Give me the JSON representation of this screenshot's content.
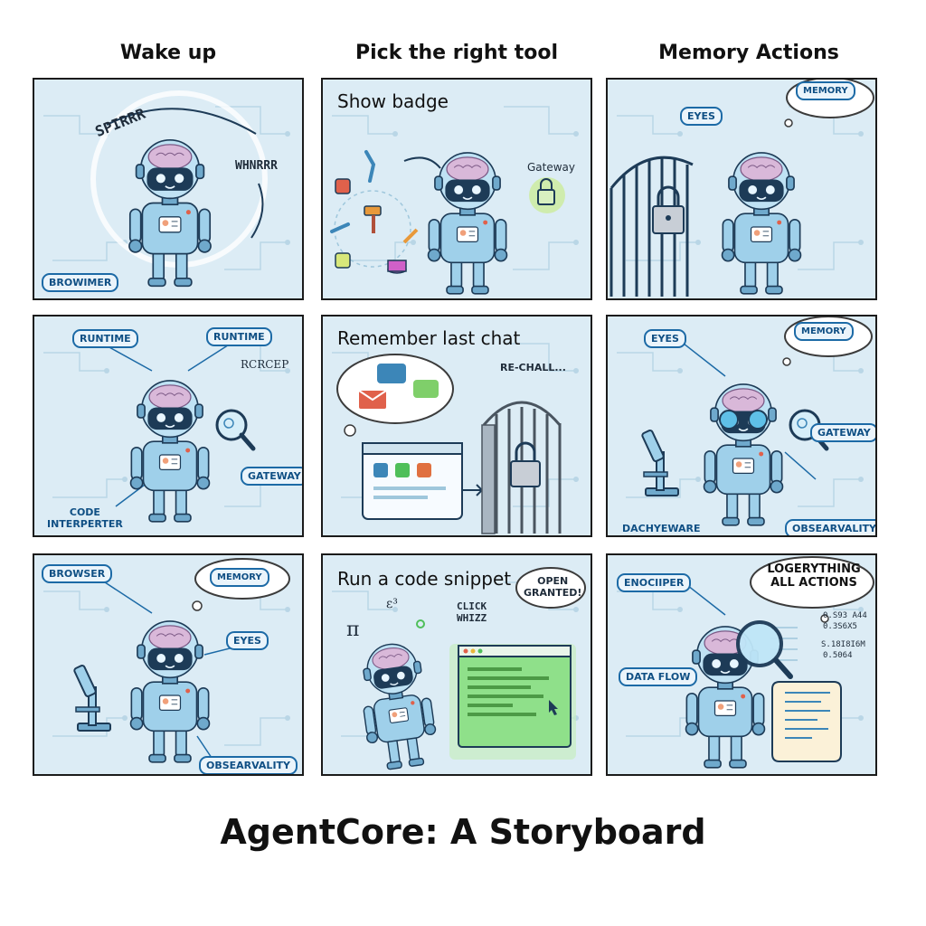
{
  "columns": [
    "Wake up",
    "Pick the right tool",
    "Memory Actions"
  ],
  "title": "AgentCore: A Storyboard",
  "panels": {
    "p1": {
      "sfx1": "SPIRRR",
      "sfx2": "WHNRRR",
      "tag1": "BROWIMER"
    },
    "p2": {
      "caption": "Show badge",
      "label1": "Gateway"
    },
    "p3": {
      "tag1": "EYES",
      "cloud": "MEMORY"
    },
    "p4": {
      "tag1": "RUNTIME",
      "tag2": "RUNTIME",
      "tag3": "RCRCEP",
      "tag4": "GATEWAY",
      "tag5": "CODE\nINTERPERTER"
    },
    "p5": {
      "caption": "Remember last chat",
      "sfx1": "RE-CHALL..."
    },
    "p6": {
      "tag1": "EYES",
      "cloud": "MEMORY",
      "tag2": "GATEWAY",
      "tag3": "DACHYEWARE",
      "tag4": "OBSEARVALITY"
    },
    "p7": {
      "tag1": "BROWSER",
      "cloud": "MEMORY",
      "tag2": "EYES",
      "tag3": "OBSEARVALITY"
    },
    "p8": {
      "caption": "Run a code snippet",
      "cloud": "OPEN\nGRANTED!",
      "sfx1": "CLICK\nWHIZZ",
      "sym1": "π",
      "sym2": "ε³"
    },
    "p9": {
      "tag1": "ENOCIIPER",
      "cloud": "LOGERYTHING\nALL ACTIONS",
      "tag2": "DATA FLOW",
      "nums": [
        "0.S93 A44",
        "0.3S6X5",
        "S.18I8I6M",
        "0.5064"
      ]
    }
  },
  "colors": {
    "panel_bg": "#dcecf5",
    "robot_body": "#9fd0ea",
    "robot_dark": "#1d3b57",
    "tag_border": "#1c6aa6",
    "brain": "#d9b8d9",
    "terminal": "#8fe08a"
  }
}
